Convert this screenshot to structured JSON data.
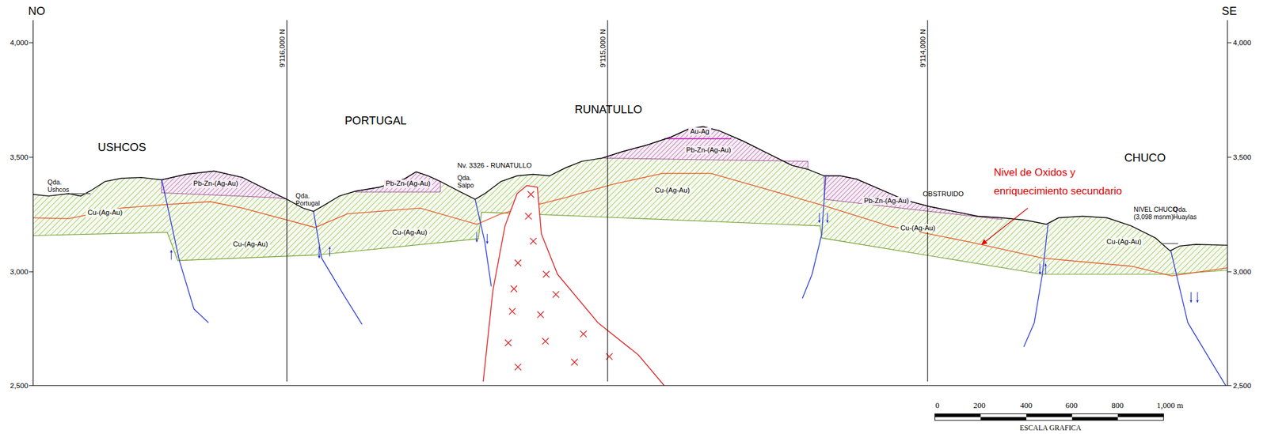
{
  "diagram": {
    "nodes": [
      {
        "text": [
          "Pb-Zn-(Ag-Au)"
        ]
      },
      {
        "text": [
          "Cu-(Ag-Au)"
        ]
      },
      {
        "text": [
          "Cu-(Ag-Au)"
        ]
      },
      {
        "text": [
          "Pb-Zn-(Ag-Au)"
        ]
      },
      {
        "text": [
          "Cu-(Ag-Au)"
        ]
      },
      {
        "text": [
          "Au-Ag"
        ]
      },
      {
        "text": [
          "Pb-Zn-(Ag-Au)"
        ]
      },
      {
        "text": [
          "Cu-(Ag-Au)"
        ]
      },
      {
        "text": [
          "Pb-Zn-(Ag-Au)"
        ]
      },
      {
        "text": [
          "Cu-(Ag-Au)"
        ]
      },
      {
        "text": [
          "Cu-(Ag-Au)"
        ]
      }
    ],
    "labels": [
      "NO",
      "SE",
      "4,000",
      "3,500",
      "3,000",
      "2,500",
      "4,000",
      "3,500",
      "3,000",
      "2,500",
      "9'116,000 N",
      "9'115,000 N",
      "9'114,000 N",
      "USHCOS",
      "PORTUGAL",
      "RUNATULLO",
      "CHUCO",
      "Qda. Ushcos",
      "Qda. Portugal",
      "Qda. Salpo",
      "Nv. 3326 - RUNATULLO",
      "OBSTRUIDO",
      "Nivel de Oxidos y enriquecimiento secundario",
      "NIVEL CHUCO (3,098 msnm)",
      "Qda. Huaylas",
      "0",
      "200",
      "400",
      "600",
      "800",
      "1,000 m",
      "ESCALA GRAFICA"
    ]
  }
}
